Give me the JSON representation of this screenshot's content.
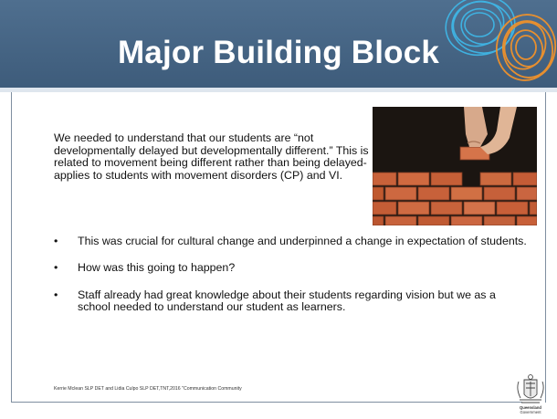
{
  "slide": {
    "title": "Major Building Block",
    "intro_text": "We needed to understand that our students are “not developmentally delayed but developmentally different.”  This is related to movement being different rather than being delayed-applies to students with movement disorders (CP) and VI.",
    "bullet_marker": "•",
    "bullets": [
      "This was crucial for cultural change and underpinned a change in expectation of students.",
      "How was this going to happen?",
      "Staff already had great knowledge about their students regarding vision but we as a school needed to understand our student as learners."
    ],
    "footer": "Kerrie Mclean SLP DET and Lidia Culpo SLP DET,TNT,2016 \"Communication Community",
    "logo": {
      "icon": "queensland-government-crest-icon",
      "line1": "Queensland",
      "line2": "Government"
    },
    "colors": {
      "header": "#466684",
      "ring_blue": "#3fb6e6",
      "ring_orange": "#f0922b",
      "brick": "#c9623a"
    }
  }
}
